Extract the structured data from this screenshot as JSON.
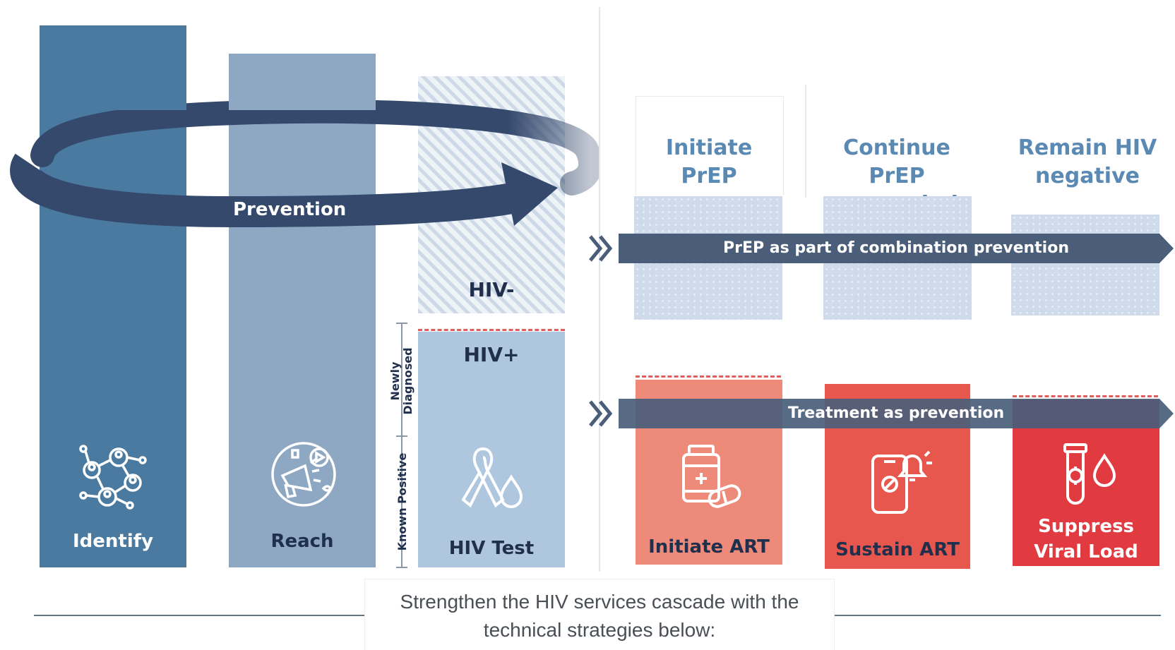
{
  "colors": {
    "identify": "#4a7aa0",
    "reach": "#8ea8c4",
    "hiv_test": "#afc6df",
    "initiate_art": "#ee8a7a",
    "sustain_art": "#e8574e",
    "suppress": "#e13a41",
    "band": "#4a5e79",
    "loop": "#34496c"
  },
  "cascade": {
    "identify": {
      "label": "Identify",
      "icon": "network-people-icon"
    },
    "reach": {
      "label": "Reach",
      "icon": "megaphone-icon"
    },
    "test": {
      "label": "HIV Test",
      "icon": "ribbon-drop-icon",
      "negative_label": "HIV-",
      "positive_label": "HIV+"
    },
    "prevention_label": "Prevention",
    "side_labels": {
      "newly": "Newly\nDiagnosed",
      "known": "Known Positive"
    }
  },
  "prep": {
    "steps": [
      "Initiate\nPrEP",
      "Continue PrEP\nas needed",
      "Remain HIV\nnegative"
    ],
    "band_label": "PrEP as part of combination prevention"
  },
  "treatment": {
    "band_label": "Treatment as prevention",
    "steps": [
      {
        "label": "Initiate ART",
        "icon": "medicine-bottle-icon"
      },
      {
        "label": "Sustain ART",
        "icon": "phone-alert-icon"
      },
      {
        "label": "Suppress\nViral Load",
        "icon": "test-tube-icon"
      }
    ]
  },
  "footer": {
    "text": "Strengthen the HIV services cascade with the\ntechnical strategies below:"
  }
}
